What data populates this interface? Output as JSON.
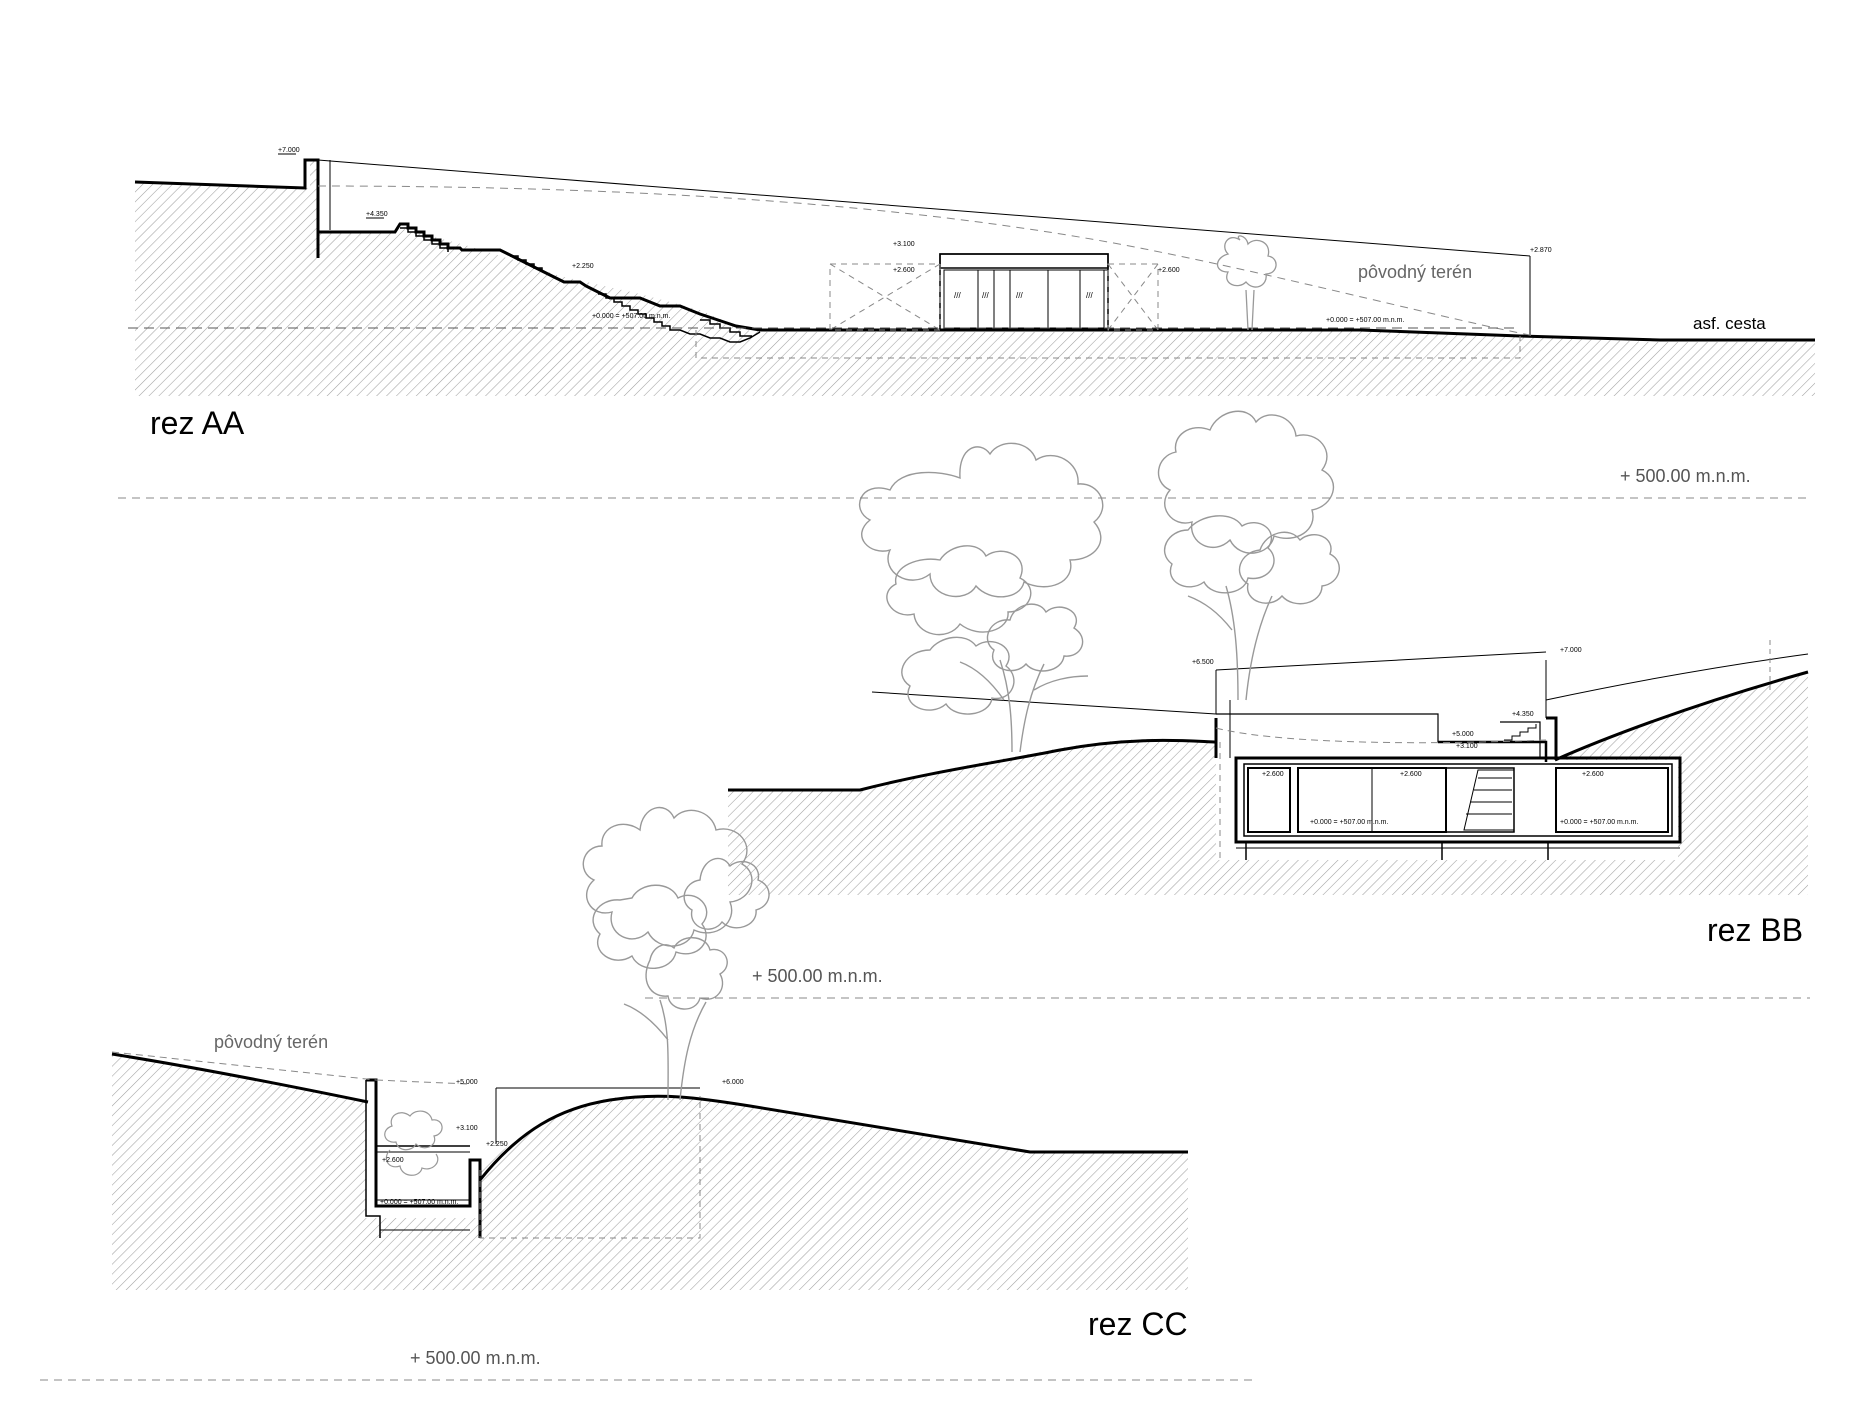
{
  "sections": {
    "aa": {
      "title": "rez AA",
      "datum": "+ 500.00 m.n.m.",
      "terrain": "pôvodný terén",
      "road": "asf.  cesta"
    },
    "bb": {
      "title": "rez BB",
      "datum": "+ 500.00 m.n.m."
    },
    "cc": {
      "title": "rez CC",
      "datum": "+ 500.00 m.n.m.",
      "terrain": "pôvodný terén"
    }
  },
  "colors": {
    "line": "#000000",
    "hatch": "#9a9a9a",
    "tree": "#999999",
    "dash": "#888888"
  }
}
